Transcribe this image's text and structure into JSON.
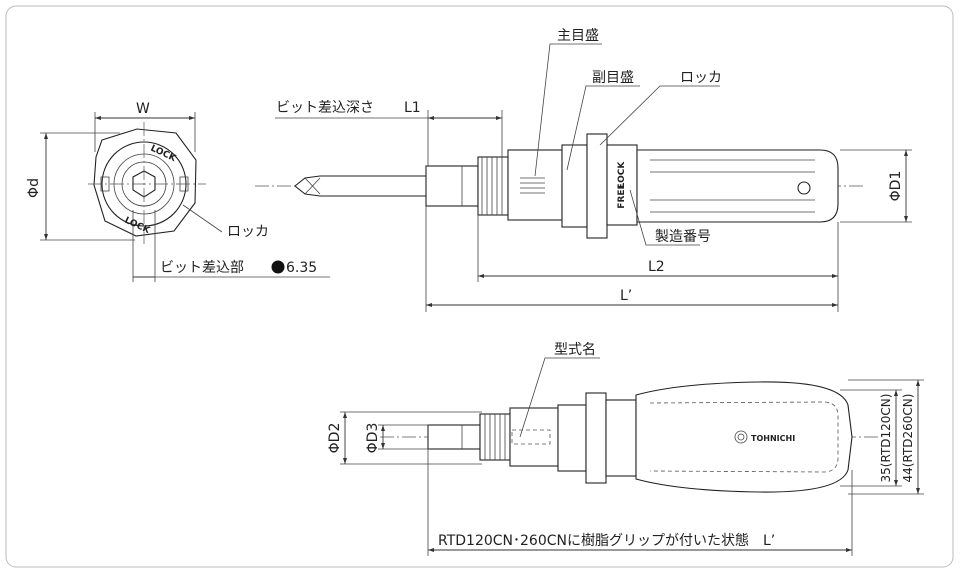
{
  "labels": {
    "w": "W",
    "phi_d": "Φd",
    "bit_depth": "ビット差込深さ",
    "l1": "L1",
    "main_scale": "主目盛",
    "sub_scale": "副目盛",
    "locker_top": "ロッカ",
    "locker_left": "ロッカ",
    "bit_socket": "ビット差込部",
    "bit_size": "6.35",
    "serial": "製造番号",
    "l2": "L2",
    "l_prime_top": "L’",
    "phi_d1": "ΦD1",
    "model_name": "型式名",
    "phi_d2": "ΦD2",
    "phi_d3": "ΦD3",
    "dim_35": "35(RTD120CN)",
    "dim_44": "44(RTD260CN)",
    "bottom_caption": "RTD120CN･260CNに樹脂グリップが付いた状態　L’",
    "lock_text": "LOCK",
    "free_text": "FREE",
    "brand": "TOHNICHI"
  }
}
